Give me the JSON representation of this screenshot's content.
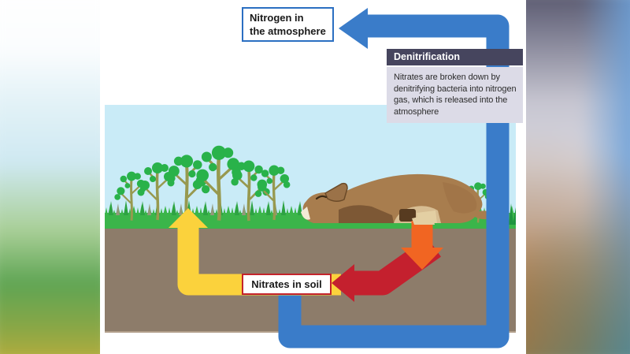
{
  "diagram": {
    "nitrogen_box": {
      "line1": "Nitrogen in",
      "line2": "the atmosphere"
    },
    "denitrification": {
      "title": "Denitrification",
      "description": "Nitrates are broken down by denitrifying bacteria into nitrogen gas, which is released into the atmosphere"
    },
    "nitrates_box": {
      "label": "Nitrates in soil"
    }
  },
  "colors": {
    "arrow_blue": "#3a7cc9",
    "arrow_yellow": "#fbd23c",
    "arrow_orange": "#f16522",
    "arrow_red": "#c4202e",
    "sky": "#c9ebf7",
    "grass": "#3bb54a",
    "soil": "#8d7c6a",
    "nitrogen_box_border": "#2b6fc2",
    "nitrates_box_border": "#c4232b",
    "callout_header_bg": "#46455e",
    "callout_body_bg": "#dcdbe7"
  },
  "scene": {
    "elements": [
      "sky",
      "grass",
      "plants",
      "dead-animal",
      "soil"
    ]
  }
}
